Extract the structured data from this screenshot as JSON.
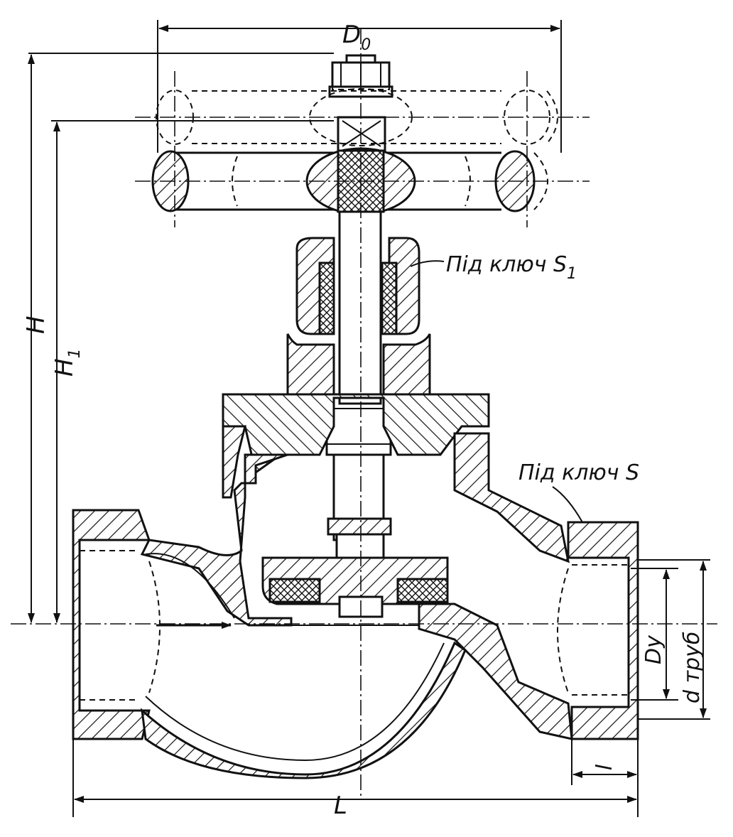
{
  "labels": {
    "D0": "D",
    "D0_sub": "0",
    "H": "H",
    "H1": "H",
    "H1_sub": "1",
    "wrench_s1": "Під ключ S",
    "wrench_s1_sub": "1",
    "wrench_s": "Під ключ S",
    "Dy": "Dy",
    "d_pipe": "d труб",
    "l": "l",
    "L": "L"
  }
}
